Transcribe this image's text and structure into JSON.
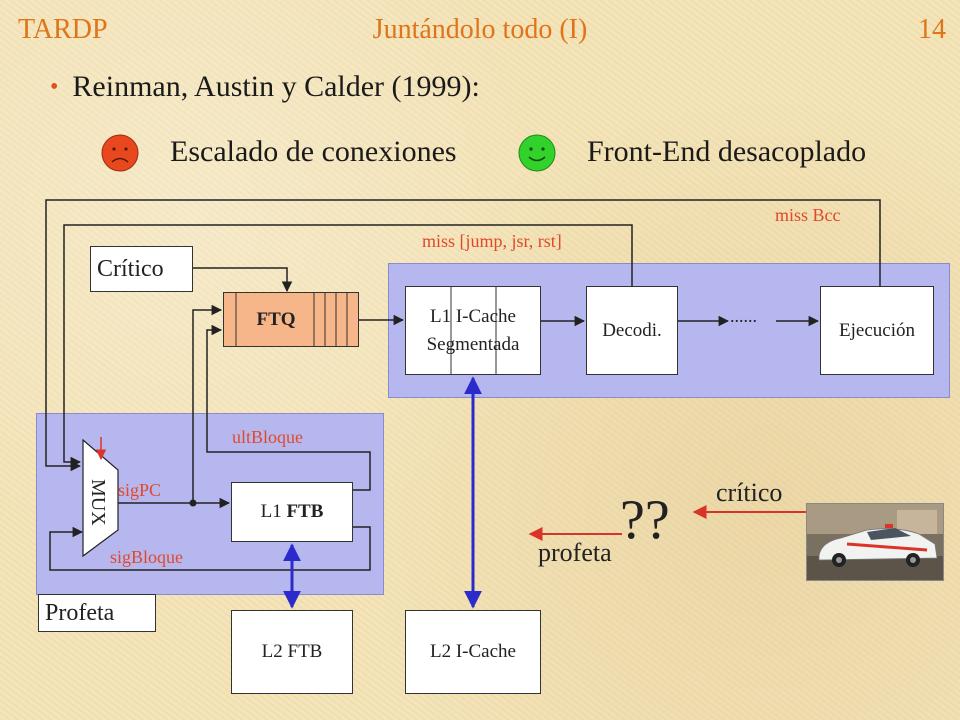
{
  "header": {
    "left": "TARDP",
    "center": "Juntándolo todo (I)",
    "page_number": "14"
  },
  "bullet": {
    "text": "Reinman, Austin y Calder (1999):"
  },
  "legend": {
    "bad": {
      "icon": "sad-face-icon",
      "text": "Escalado de conexiones",
      "color": "#e8481e"
    },
    "good": {
      "icon": "happy-face-icon",
      "text": "Front-End desacoplado",
      "color": "#33d12c"
    }
  },
  "diagram": {
    "critico_tag": "Crítico",
    "profeta_tag": "Profeta",
    "ftq": "FTQ",
    "l1_icache_line1": "L1 I-Cache",
    "l1_icache_line2": "Segmentada",
    "decodi": "Decodi.",
    "dots": "......",
    "ejecucion": "Ejecución",
    "l1_ftb_prefix": "L1 ",
    "l1_ftb_bold": "FTB",
    "l2_ftb": "L2 FTB",
    "l2_icache": "L2 I-Cache",
    "mux": "MUX",
    "labels": {
      "miss_bcc": "miss Bcc",
      "miss_jump": "miss [jump, jsr, rst]",
      "ult_bloque": "ultBloque",
      "sig_pc": "sigPC",
      "sig_bloque": "sigBloque"
    },
    "colors": {
      "panel": "#b7b7f0",
      "ftq": "#f7b58a",
      "red_label": "#e0482a",
      "arrow_blue": "#2b2bcc",
      "arrow_red": "#d8342a"
    }
  },
  "analogy": {
    "question": "??",
    "critico": "crítico",
    "profeta": "profeta",
    "photo": "taxi-photo"
  }
}
